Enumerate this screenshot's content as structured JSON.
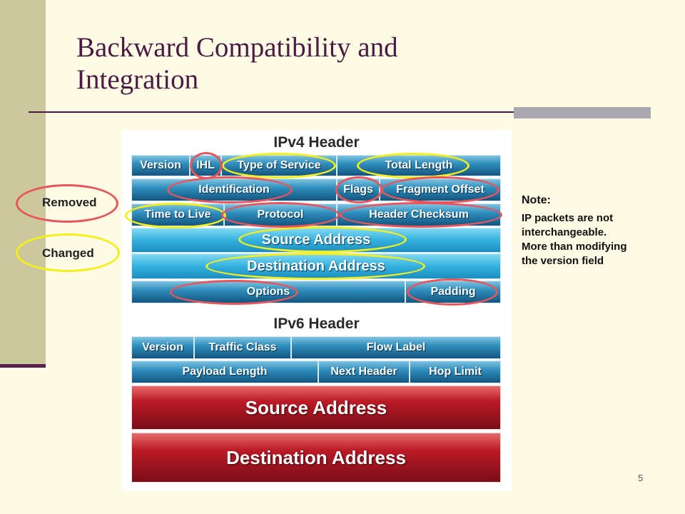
{
  "title": {
    "line1": "Backward Compatibility and",
    "line2": "Integration"
  },
  "legend": {
    "removed": "Removed",
    "changed": "Changed"
  },
  "ipv4": {
    "title": "IPv4 Header",
    "fields": {
      "version": "Version",
      "ihl": "IHL",
      "type_of_service": "Type of Service",
      "total_length": "Total Length",
      "identification": "Identification",
      "flags": "Flags",
      "fragment_offset": "Fragment Offset",
      "time_to_live": "Time to Live",
      "protocol": "Protocol",
      "header_checksum": "Header Checksum",
      "source_address": "Source Address",
      "destination_address": "Destination Address",
      "options": "Options",
      "padding": "Padding"
    }
  },
  "ipv6": {
    "title": "IPv6 Header",
    "fields": {
      "version": "Version",
      "traffic_class": "Traffic Class",
      "flow_label": "Flow Label",
      "payload_length": "Payload Length",
      "next_header": "Next Header",
      "hop_limit": "Hop Limit",
      "source_address": "Source Address",
      "destination_address": "Destination Address"
    }
  },
  "note": {
    "title": "Note:",
    "lines": [
      "IP packets are not",
      "interchangeable.",
      "More than modifying",
      "the version field"
    ]
  },
  "page_number": "5",
  "colors": {
    "removed": "#e8555c",
    "changed": "#f3ee1c",
    "ipv4_field": "#2f8fbd",
    "ipv6_address": "#bb1a26",
    "title_text": "#4a1a45"
  }
}
